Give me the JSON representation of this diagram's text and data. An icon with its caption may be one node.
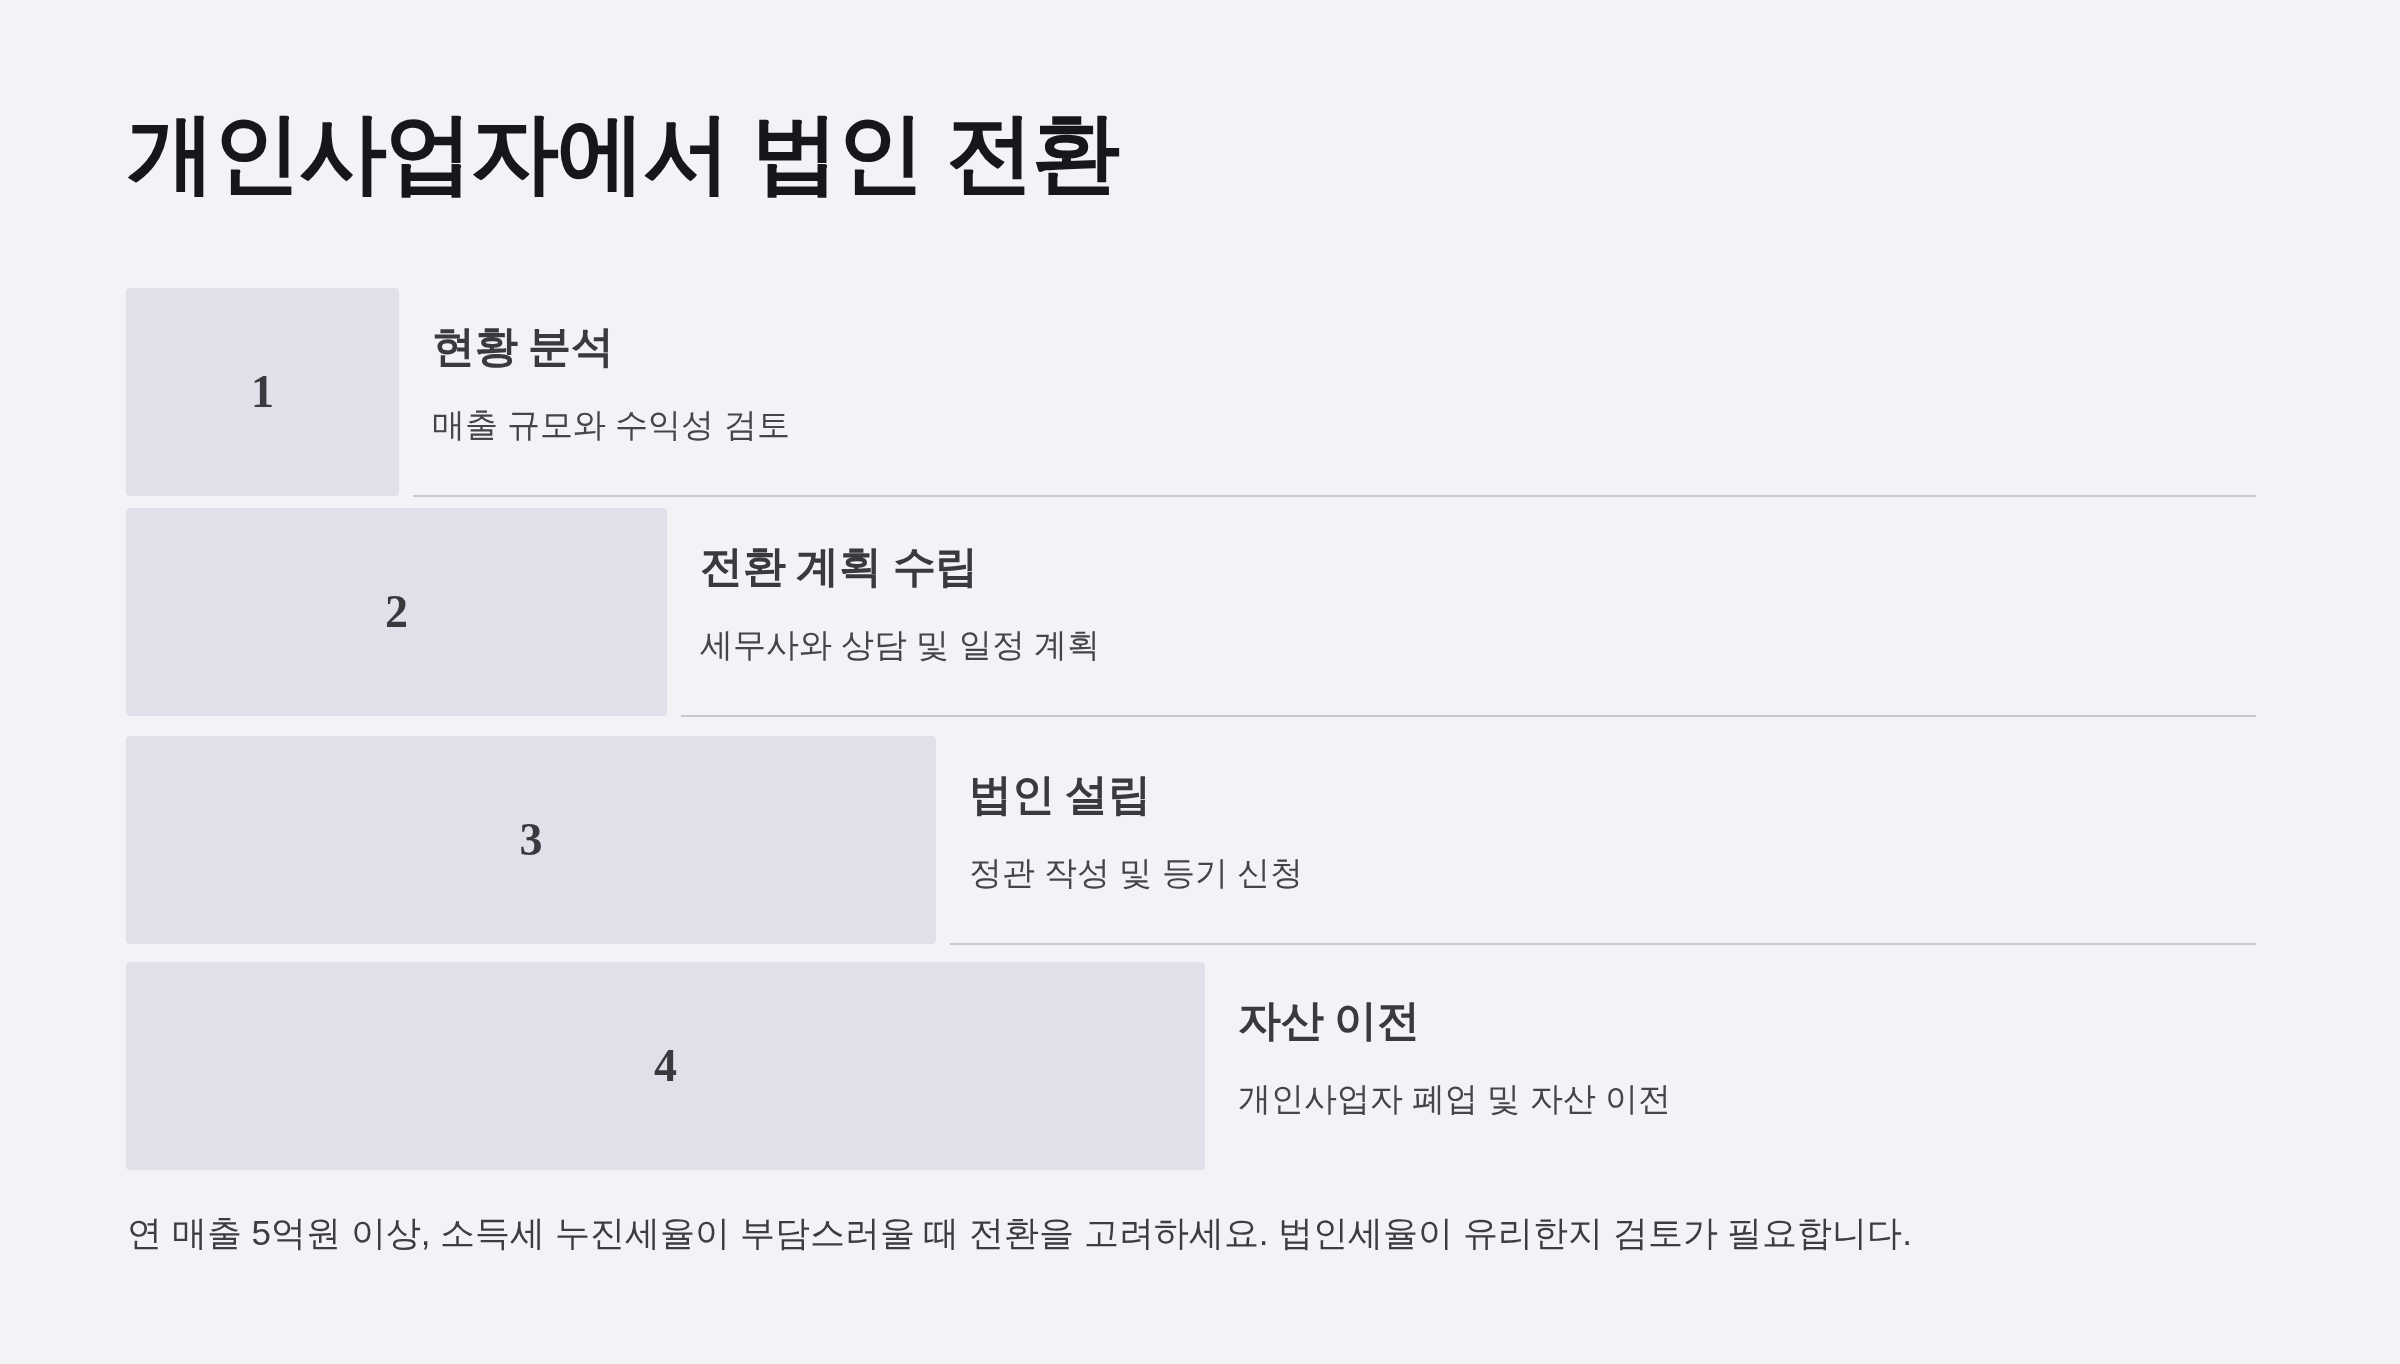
{
  "diagram": {
    "title": "개인사업자에서 법인 전환",
    "nodes": [
      {
        "text": [
          "1"
        ],
        "beside": [
          "현황 분석",
          "매출 규모와 수익성 검토"
        ]
      },
      {
        "text": [
          "2"
        ],
        "beside": [
          "전환 계획 수립",
          "세무사와 상담 및 일정 계획"
        ]
      },
      {
        "text": [
          "3"
        ],
        "beside": [
          "법인 설립",
          "정관 작성 및 등기 신청"
        ]
      },
      {
        "text": [
          "4"
        ],
        "beside": [
          "자산 이전",
          "개인사업자 폐업 및 자산 이전"
        ]
      }
    ],
    "caption": "연 매출 5억원 이상, 소득세 누진세율이 부담스러울 때 전환을 고려하세요. 법인세율이 유리한지 검토가 필요합니다."
  }
}
